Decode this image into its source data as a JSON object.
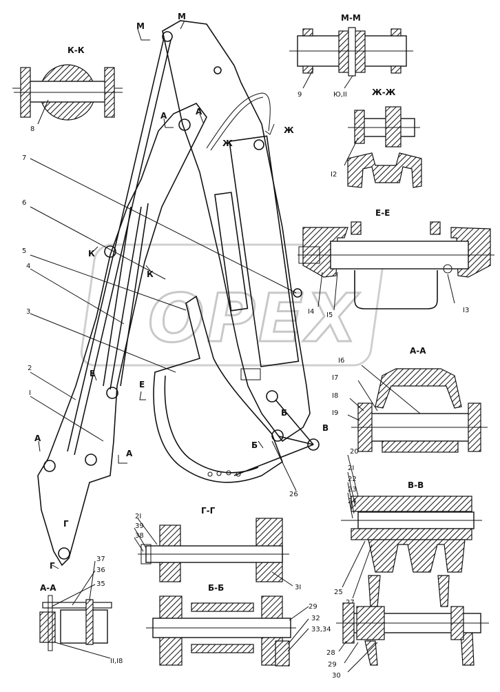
{
  "watermark": "ОРЕХ",
  "sections": {
    "mm": "М-М",
    "kk": "К-К",
    "zhzh": "Ж-Ж",
    "ee": "Е-Е",
    "aa_top": "А-А",
    "vv": "В-В",
    "gg": "Г-Г",
    "bb": "Б-Б",
    "aa_bottom": "А-А"
  },
  "cut_marks": {
    "m": "М",
    "a": "А",
    "zh": "Ж",
    "k": "К",
    "e": "Е",
    "b": "Б",
    "v": "В",
    "g": "Г"
  },
  "callouts": {
    "c1": "I",
    "c2": "2",
    "c3": "3",
    "c4": "4",
    "c5": "5",
    "c6": "6",
    "c7": "7",
    "c8": "8",
    "c9": "9",
    "c10_11": "Ю,II",
    "c12": "I2",
    "c13": "I3",
    "c14": "I4",
    "c15": "I5",
    "c16": "I6",
    "c17": "I7",
    "c18": "I8",
    "c19": "I9",
    "c20": "20",
    "c21": "2I",
    "c22": "22",
    "c23": "23",
    "c24": "24",
    "c25": "25",
    "c26": "26",
    "c27": "27",
    "c28": "28",
    "c29a": "29",
    "c29b": "29",
    "c30": "30",
    "c31": "3I",
    "c32": "32",
    "c33_34": "33,34",
    "c35": "35",
    "c36": "36",
    "c37": "37",
    "c38": "38",
    "c39": "39",
    "c21b": "2I",
    "c11_18": "II,I8"
  }
}
